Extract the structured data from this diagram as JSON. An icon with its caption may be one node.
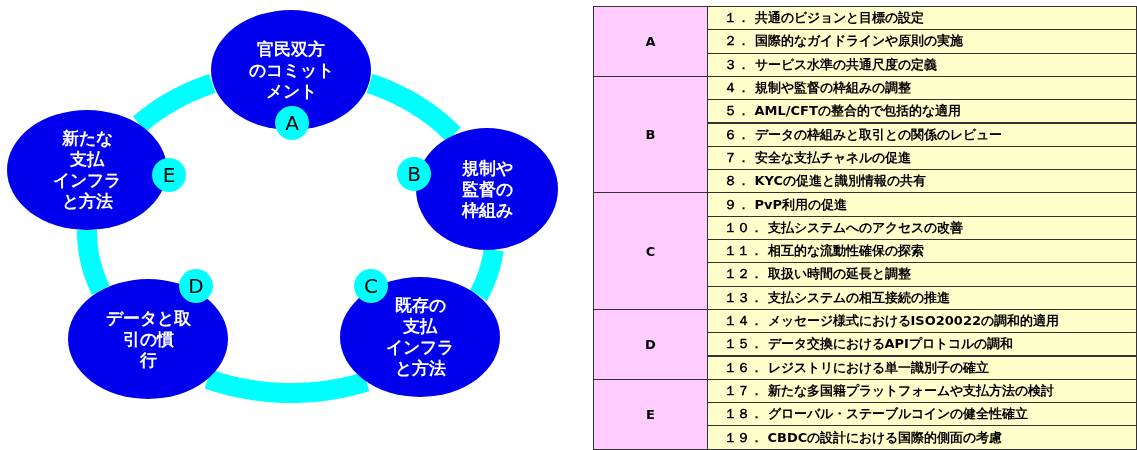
{
  "diagram": {
    "nodes": [
      {
        "text": [
          "官民双方のコミットメント"
        ]
      },
      {
        "text": [
          "A"
        ]
      },
      {
        "text": [
          "規制や監督の枠組み"
        ]
      },
      {
        "text": [
          "B"
        ]
      },
      {
        "text": [
          "既存の支払インフラと方法"
        ]
      },
      {
        "text": [
          "C"
        ]
      },
      {
        "text": [
          "データと取引の慣行"
        ]
      },
      {
        "text": [
          "D"
        ]
      },
      {
        "text": [
          "新たな支払インフラと方法"
        ]
      },
      {
        "text": [
          "E"
        ]
      }
    ],
    "edges": [
      {
        "from": 0,
        "to": 2,
        "arrow": "none"
      },
      {
        "from": 2,
        "to": 4,
        "arrow": "none"
      },
      {
        "from": 4,
        "to": 6,
        "arrow": "none"
      },
      {
        "from": 6,
        "to": 8,
        "arrow": "none"
      },
      {
        "from": 8,
        "to": 0,
        "arrow": "none"
      }
    ],
    "labels": [
      "A",
      "１． 共通のビジョンと目標の設定",
      "２． 国際的なガイドラインや原則の実施",
      "３． サービス水準の共通尺度の定義",
      "B",
      "４． 規制や監督の枠組みの調整",
      "５． AML/CFTの整合的で包括的な適用",
      "６． データの枠組みと取引との関係のレビュー",
      "７． 安全な支払チャネルの促進",
      "８． KYCの促進と識別情報の共有",
      "C",
      "９． PvP利用の促進",
      "１０． 支払システムへのアクセスの改善",
      "１１． 相互的な流動性確保の探索",
      "１２． 取扱い時間の延長と調整",
      "１３． 支払システムの相互接続の推進",
      "D",
      "１４． メッセージ様式におけるISO20022の調和的適用",
      "１５． データ交換におけるAPIプロトコルの調和",
      "１６． レジストリにおける単一識別子の確立",
      "E",
      "１７． 新たな多国籍プラットフォームや支払方法の検討",
      "１８． グローバル・ステーブルコインの健全性確立",
      "１９． CBDCの設計における国際的側面の考慮"
    ]
  }
}
